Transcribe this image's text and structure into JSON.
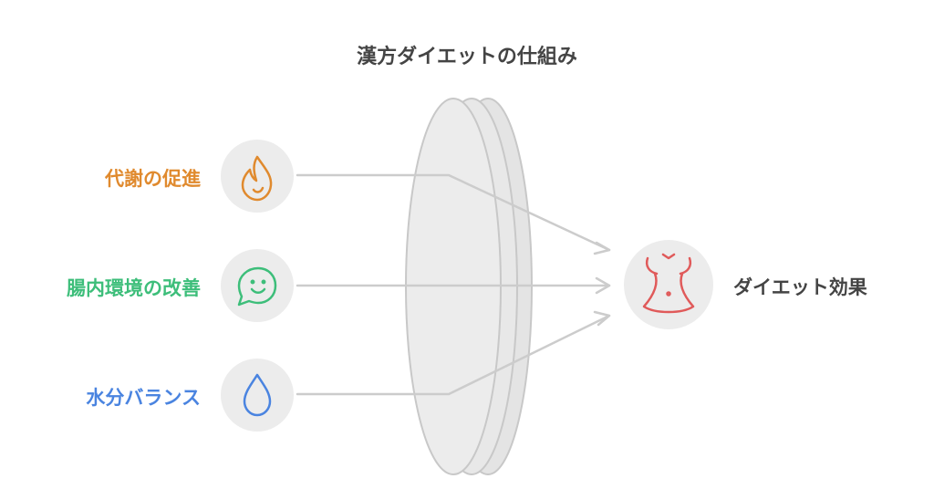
{
  "title": "漢方ダイエットの仕組み",
  "inputs": [
    {
      "label": "代謝の促進",
      "color": "#E08A2E",
      "icon": "flame-icon"
    },
    {
      "label": "腸内環境の改善",
      "color": "#3DBE7A",
      "icon": "smile-chat-icon"
    },
    {
      "label": "水分バランス",
      "color": "#4A84E0",
      "icon": "water-drop-icon"
    }
  ],
  "output": {
    "label": "ダイエット効果",
    "color": "#E05A5A",
    "icon": "waist-body-icon"
  },
  "lens": {
    "fill": "#e9e9e9",
    "stroke": "#c8c8c8"
  },
  "connector_color": "#cccccc"
}
